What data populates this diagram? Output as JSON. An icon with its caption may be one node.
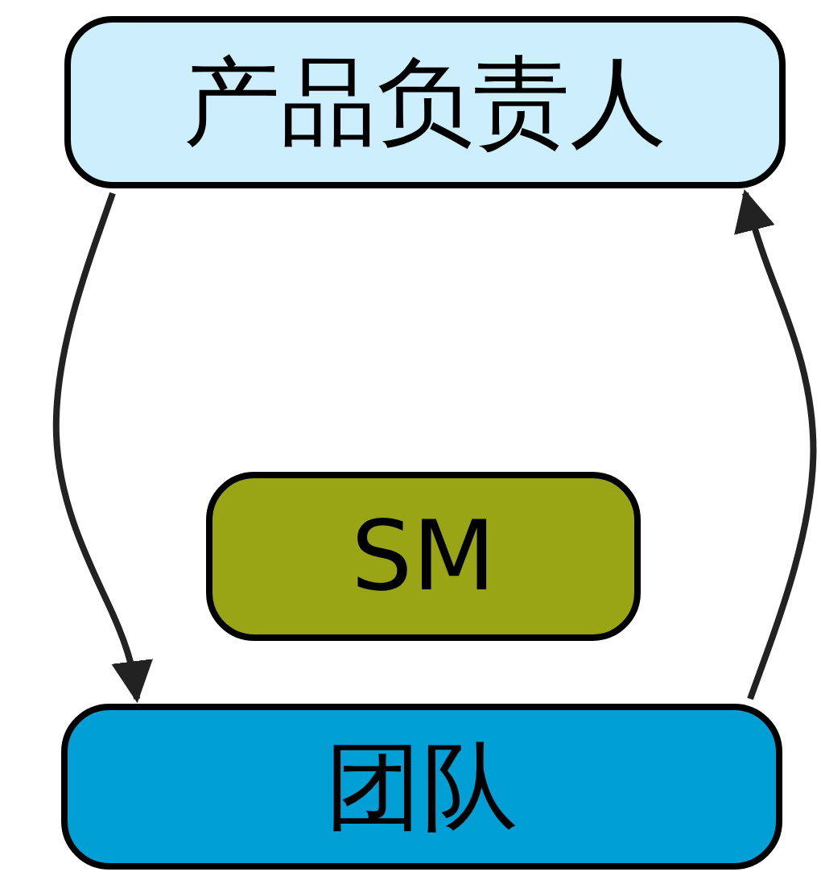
{
  "diagram": {
    "nodes": [
      {
        "text": [
          "产品负责人"
        ]
      },
      {
        "text": [
          "SM"
        ]
      },
      {
        "text": [
          "团队"
        ]
      }
    ],
    "edges": [
      {
        "from": 0,
        "to": 2,
        "arrow": "to"
      },
      {
        "from": 2,
        "to": 0,
        "arrow": "to"
      }
    ]
  }
}
